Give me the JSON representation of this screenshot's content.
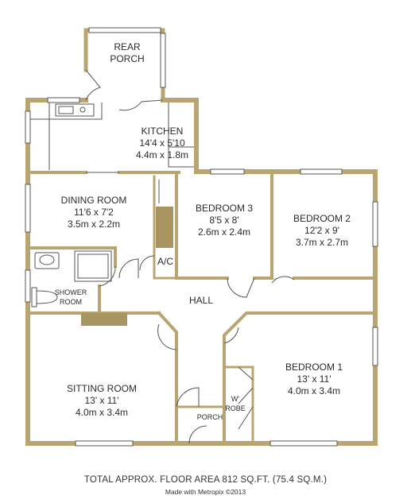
{
  "colors": {
    "wall": "#b9a56f",
    "wall_fill": "#a89460",
    "line": "#555555",
    "window": "#ffffff"
  },
  "rooms": {
    "rear_porch": {
      "line1": "REAR",
      "line2": "PORCH"
    },
    "kitchen": {
      "name": "KITCHEN",
      "imperial": "14'4 x 5'10",
      "metric": "4.4m x 1.8m"
    },
    "dining_room": {
      "name": "DINING ROOM",
      "imperial": "11'6 x 7'2",
      "metric": "3.5m x 2.2m"
    },
    "bedroom3": {
      "name": "BEDROOM 3",
      "imperial": "8'5 x 8'",
      "metric": "2.6m x 2.4m"
    },
    "bedroom2": {
      "name": "BEDROOM 2",
      "imperial": "12'2 x 9'",
      "metric": "3.7m x 2.7m"
    },
    "ac": {
      "name": "A/C"
    },
    "shower_room": {
      "line1": "SHOWER",
      "line2": "ROOM"
    },
    "hall": {
      "name": "HALL"
    },
    "sitting_room": {
      "name": "SITTING ROOM",
      "imperial": "13' x 11'",
      "metric": "4.0m x 3.4m"
    },
    "bedroom1": {
      "name": "BEDROOM 1",
      "imperial": "13' x 11'",
      "metric": "4.0m x 3.4m"
    },
    "wardrobe": {
      "line1": "W'",
      "line2": "ROBE"
    },
    "porch": {
      "name": "PORCH"
    }
  },
  "footer": {
    "total_area": "TOTAL APPROX. FLOOR AREA 812 SQ.FT. (75.4 SQ.M.)",
    "credit": "Made with Metropix ©2013"
  }
}
